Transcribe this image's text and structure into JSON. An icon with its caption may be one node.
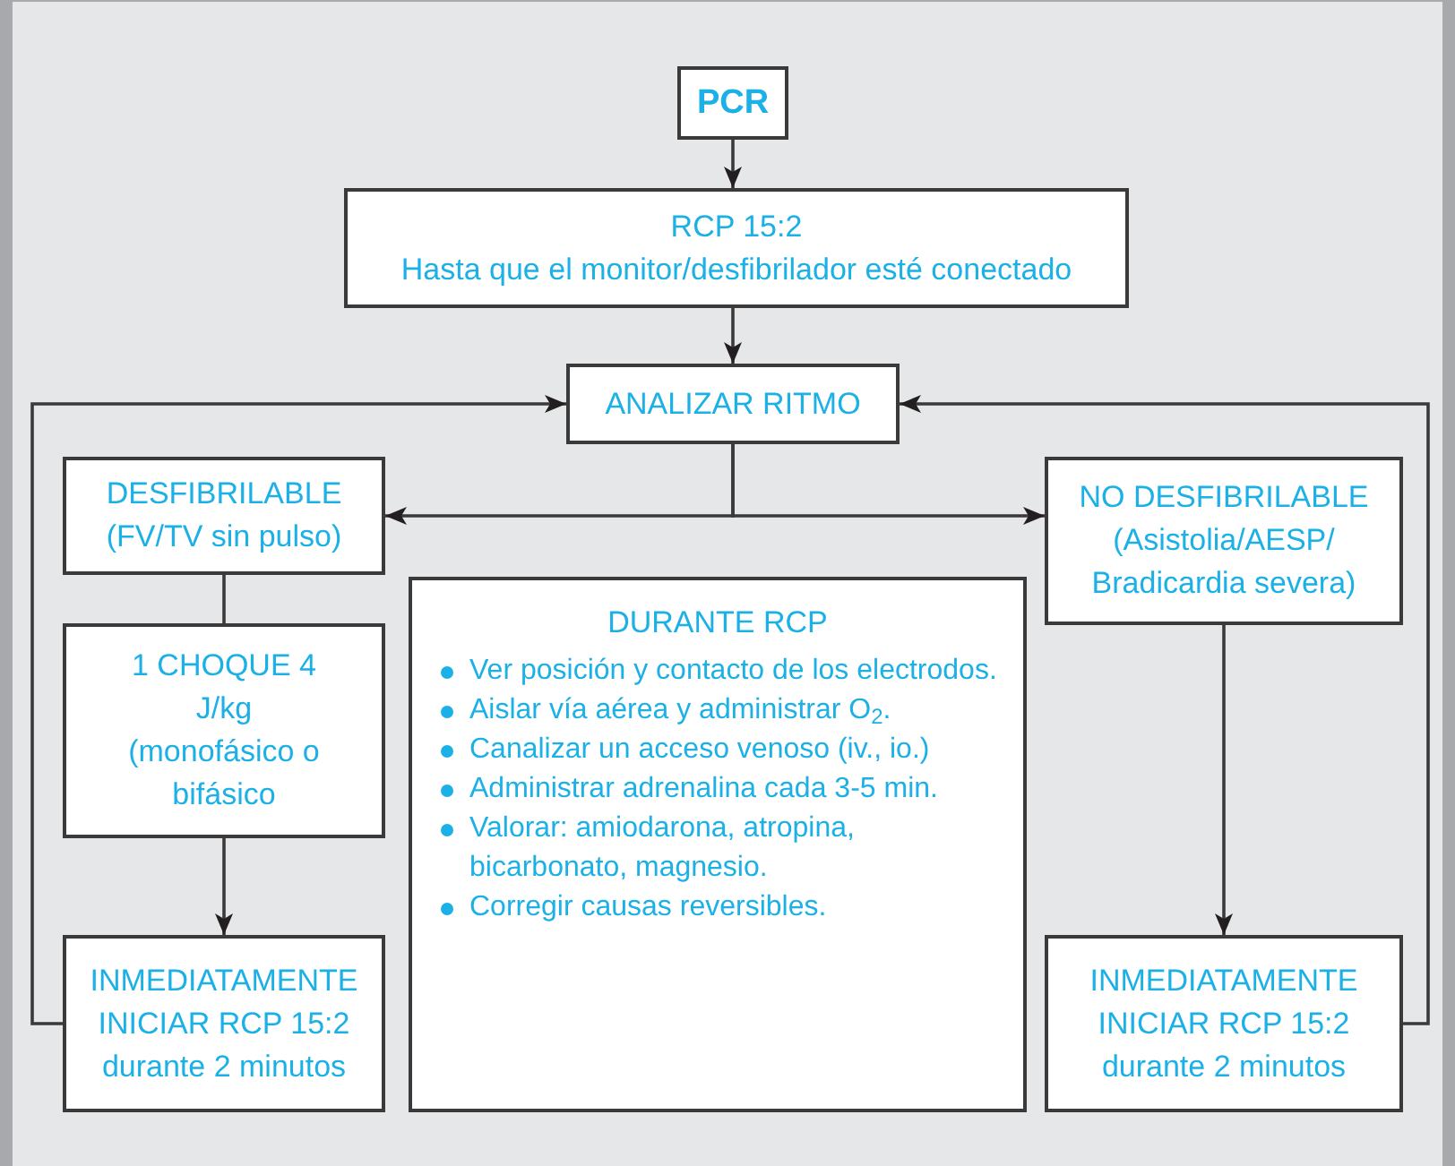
{
  "diagram": {
    "nodes": [
      {
        "text": [
          "PCR"
        ]
      },
      {
        "text": [
          "RCP 15:2",
          "Hasta que el monitor/desfibrilador esté conectado"
        ]
      },
      {
        "text": [
          "ANALIZAR RITMO"
        ]
      },
      {
        "text": [
          "DESFIBRILABLE",
          "(FV/TV sin pulso)"
        ]
      },
      {
        "text": [
          "NO DESFIBRILABLE",
          "(Asistolia/AESP/ Bradicardia severa)"
        ]
      },
      {
        "text": [
          "1 CHOQUE 4 J/kg (monofásico o bifásico"
        ]
      },
      {
        "text": [
          "DURANTE RCP",
          "Ver posición y contacto de los electrodos.",
          "Aislar vía aérea y administrar O$_{2}$.",
          "Canalizar un acceso venoso (iv., io.)",
          "Administrar adrenalina cada 3-5 min.",
          "Valorar: amiodarona, atropina, bicarbonato, magnesio.",
          "Corregir causas reversibles."
        ]
      },
      {
        "text": [
          "INMEDIATAMENTE INICIAR RCP 15:2 durante 2 minutos"
        ]
      },
      {
        "text": [
          "INMEDIATAMENTE INICIAR RCP 15:2 durante 2 minutos"
        ]
      }
    ],
    "edges": [
      {
        "from": 0,
        "to": 1,
        "arrow": "to"
      },
      {
        "from": 1,
        "to": 2,
        "arrow": "to"
      },
      {
        "from": 2,
        "to": 3,
        "arrow": "to"
      },
      {
        "from": 2,
        "to": 4,
        "arrow": "to"
      },
      {
        "from": 3,
        "to": 5,
        "arrow": "none"
      },
      {
        "from": 5,
        "to": 7,
        "arrow": "to"
      },
      {
        "from": 4,
        "to": 8,
        "arrow": "to"
      },
      {
        "from": 7,
        "to": 2,
        "arrow": "to"
      },
      {
        "from": 8,
        "to": 2,
        "arrow": "to"
      }
    ]
  }
}
